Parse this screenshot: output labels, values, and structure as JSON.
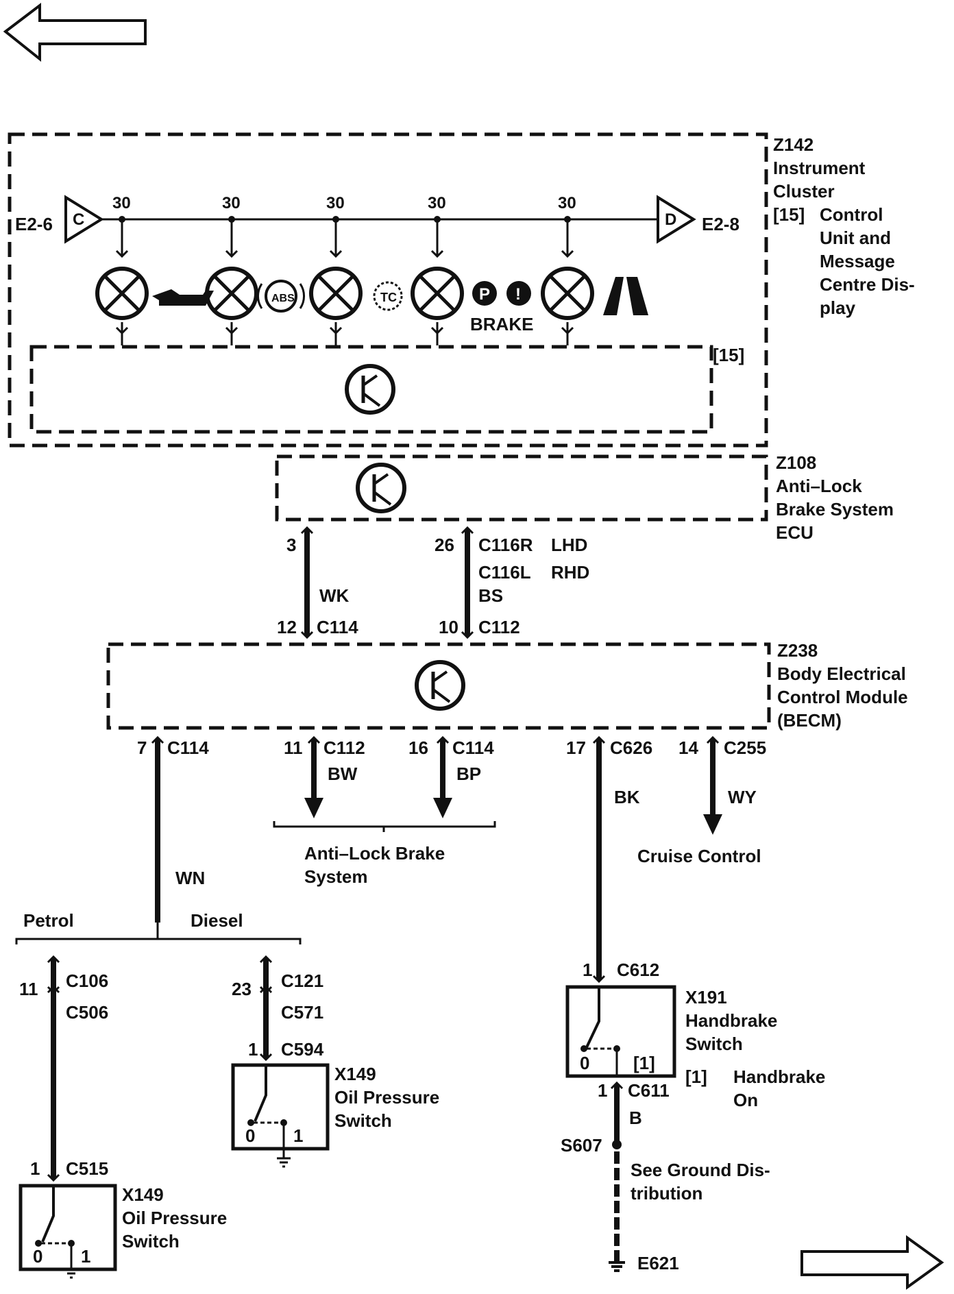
{
  "nav": {
    "back_label": "",
    "forward_label": ""
  },
  "cluster": {
    "ref": "Z142",
    "name_line1": "Instrument",
    "name_line2": "Cluster",
    "note_ref": "[15]",
    "note_line1": "Control",
    "note_line2": "Unit and",
    "note_line3": "Message",
    "note_line4": "Centre Dis-",
    "note_line5": "play",
    "inner_ref": "[15]",
    "in_connector": "E2-6",
    "in_letter": "C",
    "out_connector": "E2-8",
    "out_letter": "D",
    "lamp_pins": [
      "30",
      "30",
      "30",
      "30",
      "30"
    ],
    "abs_symbol": "ABS",
    "tc_symbol": "TC",
    "p_symbol": "P",
    "i_symbol": "!",
    "brake_label": "BRAKE"
  },
  "abs_ecu": {
    "ref": "Z108",
    "line1": "Anti–Lock",
    "line2": "Brake System",
    "line3": "ECU",
    "pin_left_top": "3",
    "wire_left": "WK",
    "pin_left_bottom": "12",
    "conn_left_bottom": "C114",
    "pin_right_top": "26",
    "conn_lhd": "C116R",
    "lhd": "LHD",
    "conn_rhd": "C116L",
    "rhd": "RHD",
    "wire_right": "BS",
    "pin_right_bottom": "10",
    "conn_right_bottom": "C112"
  },
  "becm": {
    "ref": "Z238",
    "line1": "Body Electrical",
    "line2": "Control Module",
    "line3": "(BECM)",
    "outputs": [
      {
        "pin": "7",
        "conn": "C114",
        "wire": "WN"
      },
      {
        "pin": "11",
        "conn": "C112",
        "wire": "BW"
      },
      {
        "pin": "16",
        "conn": "C114",
        "wire": "BP"
      },
      {
        "pin": "17",
        "conn": "C626",
        "wire": "BK"
      },
      {
        "pin": "14",
        "conn": "C255",
        "wire": "WY"
      }
    ],
    "abs_dest_line1": "Anti–Lock Brake",
    "abs_dest_line2": "System",
    "cruise_dest": "Cruise Control"
  },
  "branch": {
    "petrol": "Petrol",
    "diesel": "Diesel"
  },
  "petrol_path": {
    "pin_top": "11",
    "conn_top1": "C106",
    "conn_top2": "C506",
    "pin_bottom": "1",
    "conn_bottom": "C515",
    "switch_ref": "X149",
    "switch_line1": "Oil Pressure",
    "switch_line2": "Switch",
    "pos0": "0",
    "pos1": "1"
  },
  "diesel_path": {
    "pin_top": "23",
    "conn_top1": "C121",
    "conn_top2": "C571",
    "pin_bottom": "1",
    "conn_bottom": "C594",
    "switch_ref": "X149",
    "switch_line1": "Oil Pressure",
    "switch_line2": "Switch",
    "pos0": "0",
    "pos1": "1"
  },
  "handbrake": {
    "pin_top": "1",
    "conn_top": "C612",
    "switch_ref": "X191",
    "switch_line1": "Handbrake",
    "switch_line2": "Switch",
    "pos0": "0",
    "pos1": "[1]",
    "note_ref": "[1]",
    "note_line1": "Handbrake",
    "note_line2": "On",
    "pin_bottom": "1",
    "conn_bottom": "C611",
    "wire": "B",
    "splice": "S607",
    "ground_line1": "See Ground Dis-",
    "ground_line2": "tribution",
    "ground_ref": "E621"
  }
}
